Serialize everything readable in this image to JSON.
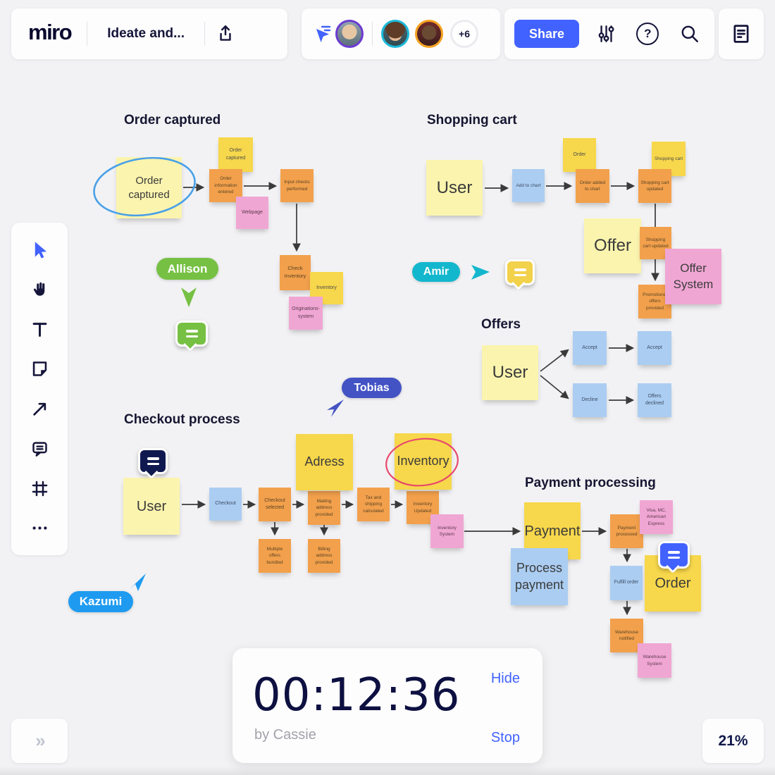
{
  "app": {
    "zoom_level": "21%",
    "expand_glyph": "»",
    "help_glyph": "?"
  },
  "header": {
    "logo": "miro",
    "board_title": "Ideate and...",
    "share_button": "Share",
    "extra_collaborators": "+6",
    "icons": [
      "export-icon",
      "follow-cursor-icon",
      "settings-sliders-icon",
      "help-icon",
      "search-icon",
      "notes-icon"
    ],
    "avatar_ring_colors": [
      "#6C3BD1",
      "#1CB9D8",
      "#F5A322"
    ]
  },
  "toolbar": {
    "icons": [
      "select-cursor-icon",
      "hand-icon",
      "text-icon",
      "sticky-note-icon",
      "arrow-icon",
      "comment-icon",
      "frame-icon",
      "more-dots-icon"
    ]
  },
  "canvas": {
    "sections": {
      "order_captured": {
        "title": "Order captured",
        "stickies": [
          {
            "text": "Order captured"
          },
          {
            "text": "Order captured"
          },
          {
            "text": "Order information entered"
          },
          {
            "text": "Webpage"
          },
          {
            "text": "Input checks performed"
          },
          {
            "text": "Check Inventory"
          },
          {
            "text": "Inventory"
          },
          {
            "text": "Originations-system"
          }
        ]
      },
      "shopping_cart": {
        "title": "Shopping cart",
        "stickies": [
          {
            "text": "User"
          },
          {
            "text": "Add to chart"
          },
          {
            "text": "Order"
          },
          {
            "text": "Order added to chart"
          },
          {
            "text": "Shopping cart"
          },
          {
            "text": "Shopping cart updated"
          },
          {
            "text": "Offer"
          },
          {
            "text": "Shopping cart updated"
          },
          {
            "text": "Offer System"
          },
          {
            "text": "Promotional offers provided"
          }
        ]
      },
      "offers": {
        "title": "Offers",
        "stickies": [
          {
            "text": "User"
          },
          {
            "text": "Accept"
          },
          {
            "text": "Accept"
          },
          {
            "text": "Decline"
          },
          {
            "text": "Offers declined"
          }
        ]
      },
      "checkout": {
        "title": "Checkout process",
        "stickies": [
          {
            "text": "User"
          },
          {
            "text": "Checkout"
          },
          {
            "text": "Checkout selected"
          },
          {
            "text": "Adress"
          },
          {
            "text": "Mailing address provided"
          },
          {
            "text": "Tax and shipping calculated"
          },
          {
            "text": "Inventory"
          },
          {
            "text": "Inventory Updated"
          },
          {
            "text": "Inventory System"
          },
          {
            "text": "Multiple offers bundled"
          },
          {
            "text": "Billing address provided"
          }
        ]
      },
      "payment": {
        "title": "Payment processing",
        "stickies": [
          {
            "text": "Payment"
          },
          {
            "text": "Process payment"
          },
          {
            "text": "Payment processed"
          },
          {
            "text": "Visa, MC, American Express"
          },
          {
            "text": "Fulfill order"
          },
          {
            "text": "Order"
          },
          {
            "text": "Warehouse notified"
          },
          {
            "text": "Warehouse System"
          }
        ]
      }
    },
    "collaborators": [
      {
        "name": "Allison",
        "color": "#76C043"
      },
      {
        "name": "Amir",
        "color": "#12B7CD"
      },
      {
        "name": "Tobias",
        "color": "#4353C4"
      },
      {
        "name": "Kazumi",
        "color": "#1E9BF0"
      }
    ],
    "annotations": [
      {
        "shape": "ellipse",
        "color": "#49A0E8",
        "around": "Order captured sticky"
      },
      {
        "shape": "ellipse",
        "color": "#E8496D",
        "around": "Inventory sticky"
      }
    ]
  },
  "timer": {
    "time": "00:12:36",
    "attribution": "by Cassie",
    "hide_label": "Hide",
    "stop_label": "Stop"
  },
  "colors": {
    "accent_blue": "#4262FF",
    "sticky_pale_yellow": "#FBF4AE",
    "sticky_gold": "#F7D74B",
    "sticky_orange": "#F2A04C",
    "sticky_pink": "#F0A6D3",
    "sticky_blue": "#ABCDF2",
    "ink": "#15153A"
  }
}
